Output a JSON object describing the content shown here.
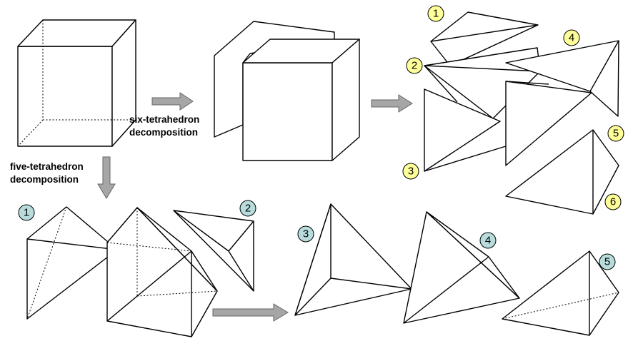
{
  "labels": {
    "six": [
      "six-tetrahedron",
      "decomposition"
    ],
    "five": [
      "five-tetrahedron",
      "decomposition"
    ]
  },
  "badges": {
    "six_colour": "#ffff99",
    "five_colour": "#b8dcdc",
    "six": [
      "1",
      "2",
      "3",
      "4",
      "5",
      "6"
    ],
    "five": [
      "1",
      "2",
      "3",
      "4",
      "5"
    ]
  }
}
